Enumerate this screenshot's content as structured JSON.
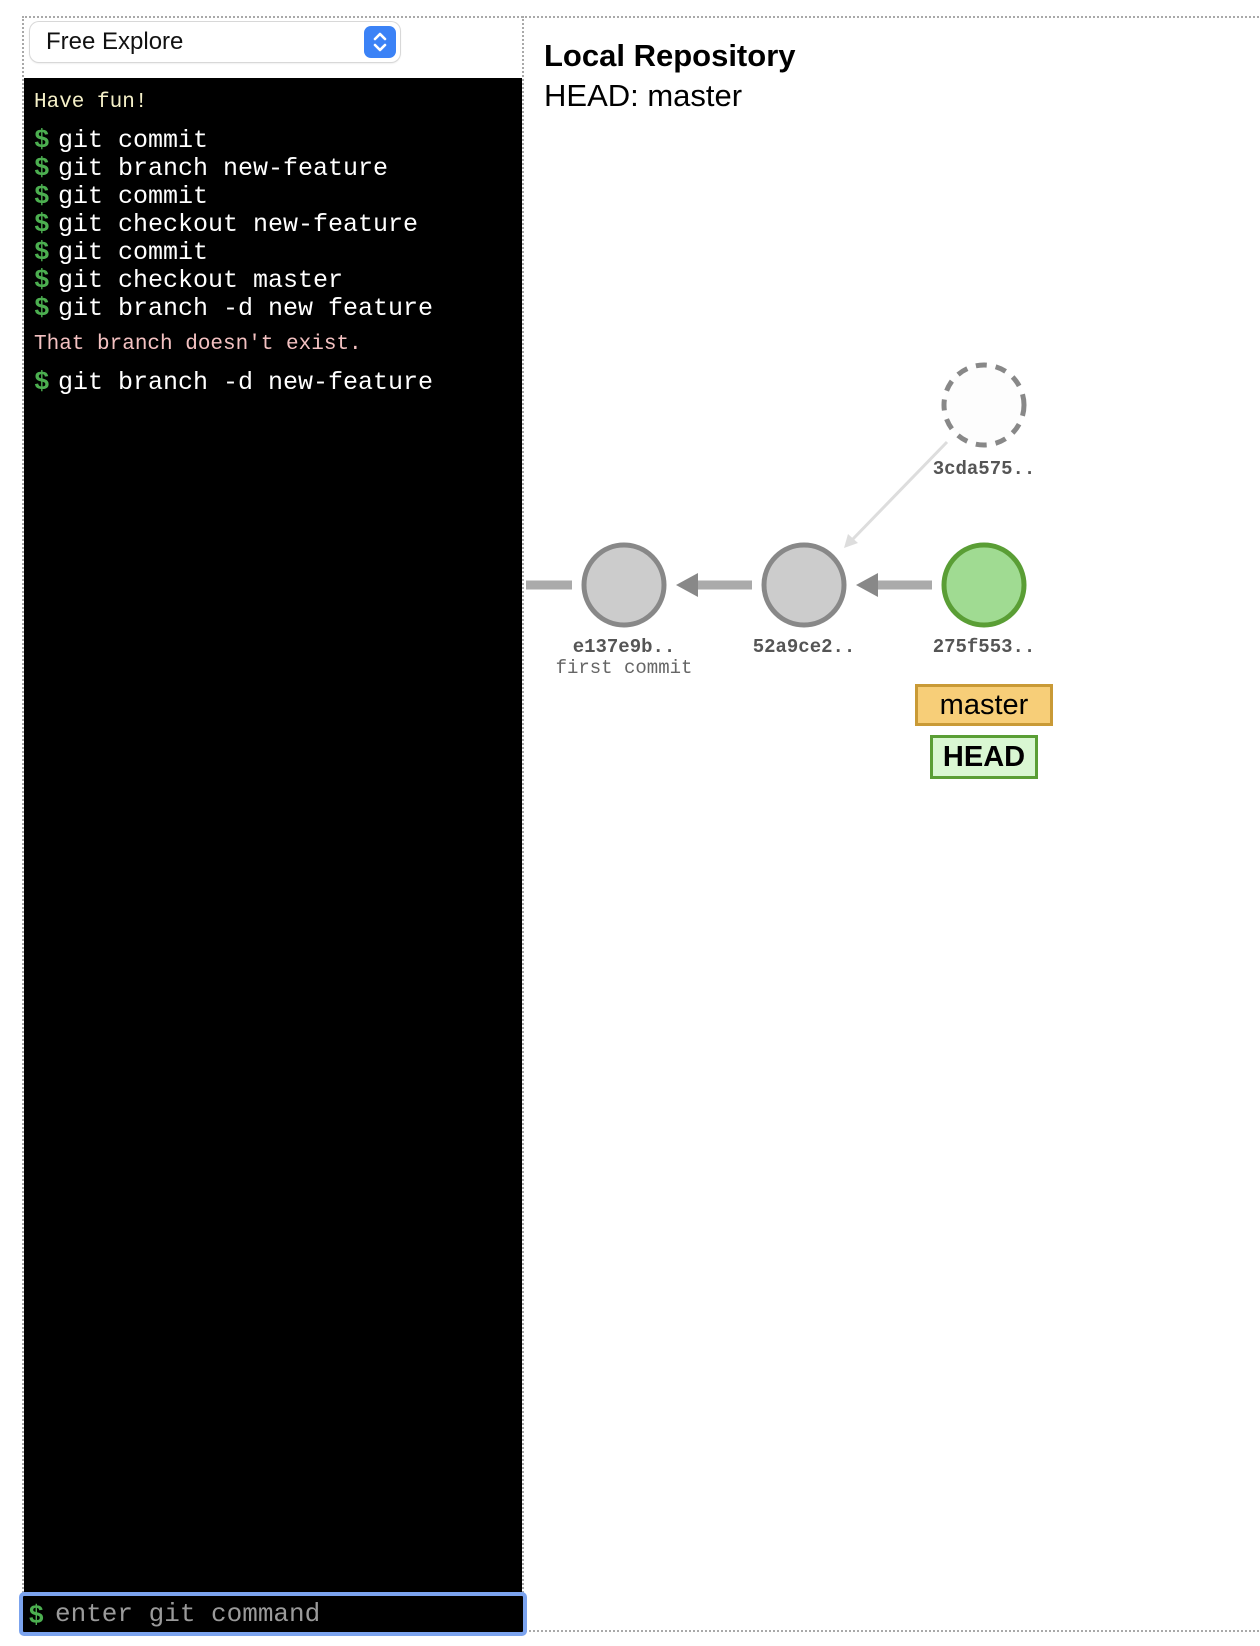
{
  "level_select": {
    "selected": "Free Explore",
    "icon": "up-down-chevrons-icon",
    "accent_color": "#3b82f6"
  },
  "terminal": {
    "welcome": "Have fun!",
    "prompt_symbol": "$",
    "history": [
      {
        "type": "command",
        "text": "git commit"
      },
      {
        "type": "command",
        "text": "git branch new-feature"
      },
      {
        "type": "command",
        "text": "git commit"
      },
      {
        "type": "command",
        "text": "git checkout new-feature"
      },
      {
        "type": "command",
        "text": "git commit"
      },
      {
        "type": "command",
        "text": "git checkout master"
      },
      {
        "type": "command",
        "text": "git branch -d new feature"
      },
      {
        "type": "error",
        "text": "That branch doesn't exist."
      },
      {
        "type": "command",
        "text": "git branch -d new-feature"
      }
    ],
    "input": {
      "value": "",
      "placeholder": "enter git command"
    }
  },
  "repository": {
    "title": "Local Repository",
    "head_label": "HEAD: master",
    "commits": [
      {
        "id": "e137e9b..",
        "message": "first commit",
        "state": "normal"
      },
      {
        "id": "52a9ce2..",
        "message": "",
        "state": "normal"
      },
      {
        "id": "275f553..",
        "message": "",
        "state": "head"
      },
      {
        "id": "3cda575..",
        "message": "",
        "state": "dangling"
      }
    ],
    "branch": {
      "name": "master",
      "color": "#f7ce78",
      "border": "#c99a36"
    },
    "head_tag": {
      "name": "HEAD",
      "color": "#d9f7d2",
      "border": "#5a9e35"
    },
    "colors": {
      "commit_fill": "#cccccc",
      "commit_stroke": "#888888",
      "head_fill": "#a0db92",
      "head_stroke": "#5a9e35",
      "edge": "#aaaaaa"
    }
  }
}
